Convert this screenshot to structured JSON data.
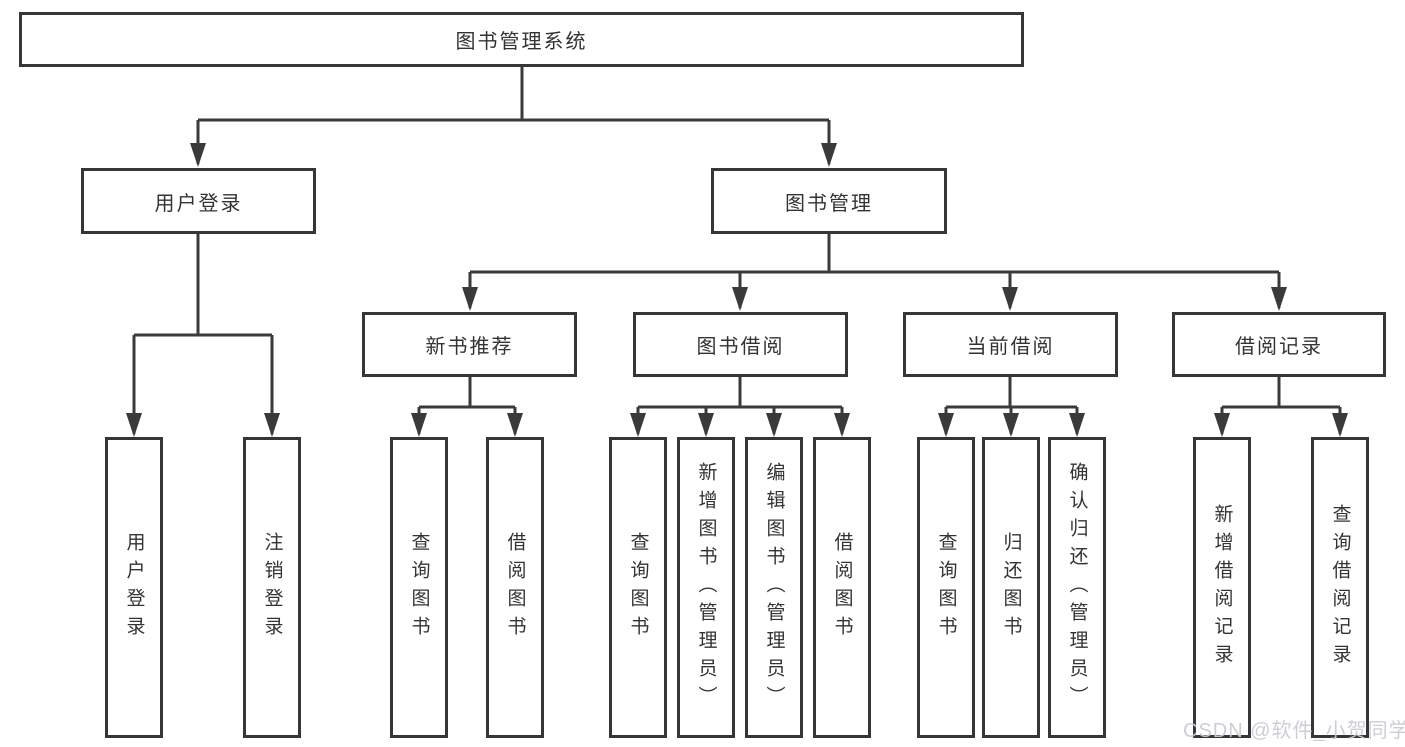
{
  "tree": {
    "root": "图书管理系统",
    "branches": [
      {
        "label": "用户登录",
        "leaves": [
          "用户登录",
          "注销登录"
        ]
      },
      {
        "label": "图书管理",
        "groups": [
          {
            "label": "新书推荐",
            "leaves": [
              "查询图书",
              "借阅图书"
            ]
          },
          {
            "label": "图书借阅",
            "leaves": [
              "查询图书",
              "新增图书（管理员）",
              "编辑图书（管理员）",
              "借阅图书"
            ]
          },
          {
            "label": "当前借阅",
            "leaves": [
              "查询图书",
              "归还图书",
              "确认归还（管理员）"
            ]
          },
          {
            "label": "借阅记录",
            "leaves": [
              "新增借阅记录",
              "查询借阅记录"
            ]
          }
        ]
      }
    ]
  },
  "watermark": "CSDN @软件_小贺同学",
  "colors": {
    "line": "#3a3a3a",
    "box_border": "#363636",
    "text": "#333333",
    "watermark": "#cdc9d4",
    "background": "#ffffff"
  }
}
